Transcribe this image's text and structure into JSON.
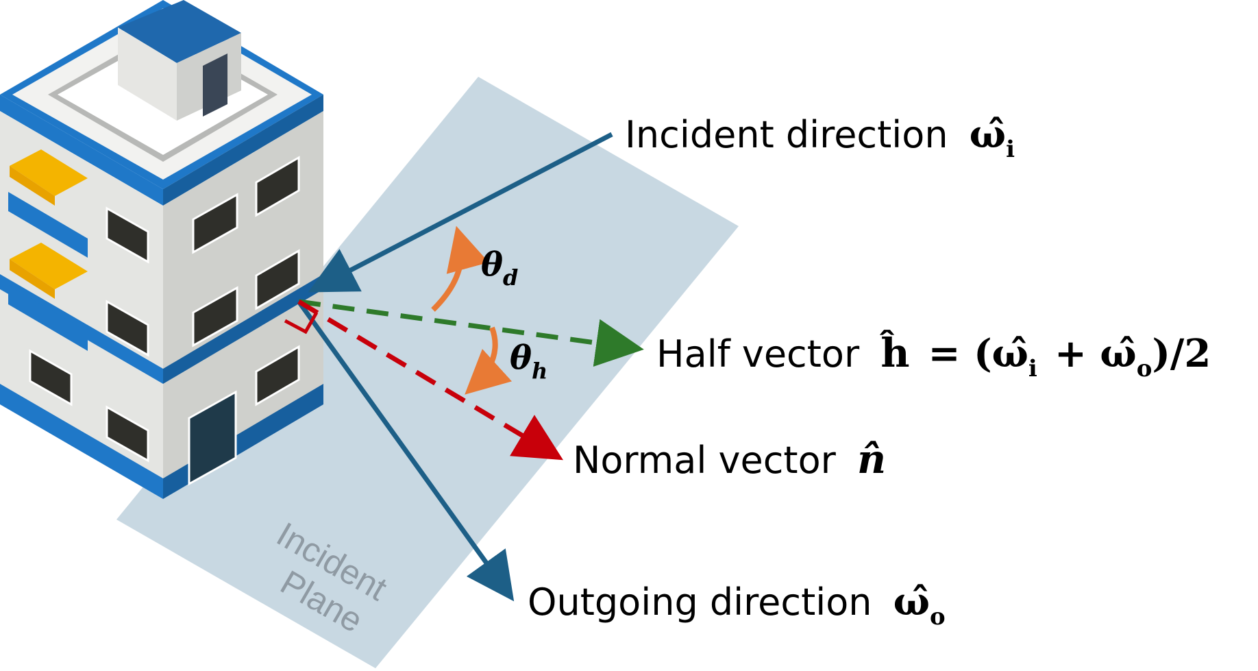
{
  "labels": {
    "incident": {
      "text": "Incident direction",
      "symbol": "ω̂",
      "sub": "i"
    },
    "half": {
      "text": "Half vector",
      "symbol": "ĥ",
      "eq": "= (ω̂",
      "sub1": "i",
      "plus": "+ ω̂",
      "sub2": "o",
      "tail": ")/2"
    },
    "normal": {
      "text": "Normal vector",
      "symbol": "n̂"
    },
    "outgoing": {
      "text": "Outgoing direction",
      "symbol": "ω̂",
      "sub": "o"
    }
  },
  "angles": {
    "theta_d": {
      "symbol": "θ",
      "sub": "d"
    },
    "theta_h": {
      "symbol": "θ",
      "sub": "h"
    }
  },
  "plane": {
    "line1": "Incident",
    "line2": "Plane"
  },
  "colors": {
    "plane": "#c5d6e0",
    "incident_arrow": "#1d5f87",
    "outgoing_arrow": "#1d5f87",
    "half_arrow": "#2e7a2a",
    "normal_arrow": "#c8000a",
    "angle_arc": "#e87a35",
    "building_blue": "#1f78c8",
    "building_wall": "#e4e5e2",
    "awning": "#f4b400"
  }
}
